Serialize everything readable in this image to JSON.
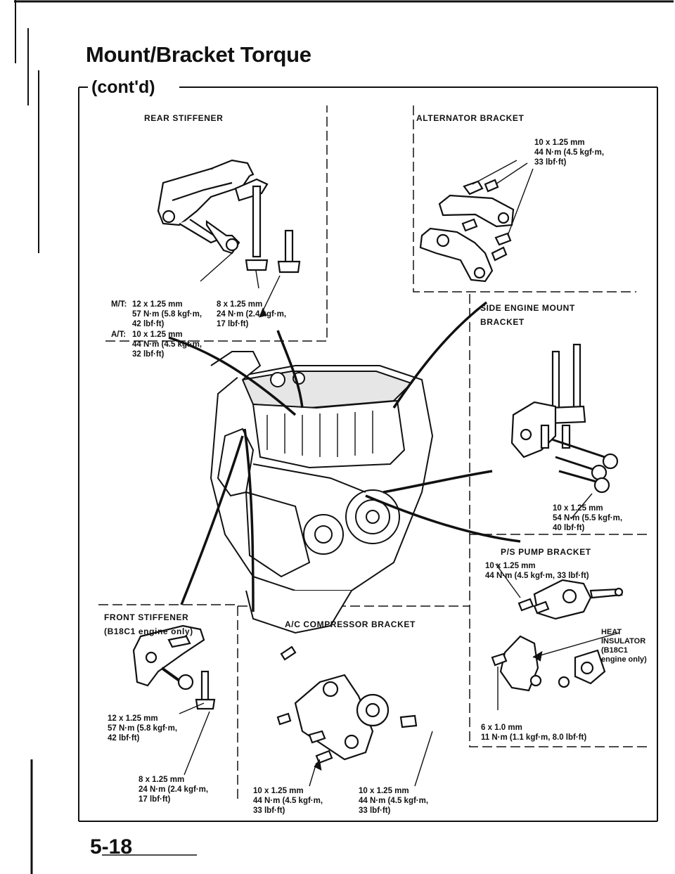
{
  "page": {
    "title": "Mount/Bracket Torque",
    "subtitle": "(cont'd)",
    "page_number": "5-18"
  },
  "rear_stiffener": {
    "heading": "REAR STIFFENER",
    "mt_label": "M/T:",
    "mt_spec": "12 x 1.25 mm\n57 N·m (5.8 kgf·m,\n42 lbf·ft)",
    "at_label": "A/T:",
    "at_spec": "10 x 1.25 mm\n44 N·m (4.5 kgf·m,\n32 lbf·ft)",
    "bolt_spec": "8 x 1.25 mm\n24 N·m (2.4 kgf·m,\n17 lbf·ft)"
  },
  "alternator_bracket": {
    "heading": "ALTERNATOR BRACKET",
    "spec": "10 x 1.25 mm\n44 N·m (4.5 kgf·m,\n33 lbf·ft)"
  },
  "side_engine_mount_bracket": {
    "heading_line1": "SIDE ENGINE MOUNT",
    "heading_line2": "BRACKET",
    "spec": "10 x 1.25 mm\n54 N·m (5.5 kgf·m,\n40 lbf·ft)"
  },
  "ps_pump_bracket": {
    "heading": "P/S PUMP BRACKET",
    "spec": "10 x 1.25 mm\n44 N·m (4.5 kgf·m, 33 lbf·ft)",
    "heat_insulator": "HEAT\nINSULATOR\n(B18C1\nengine only)",
    "small_bolt_spec": "6 x 1.0 mm\n11 N·m (1.1 kgf·m, 8.0 lbf·ft)"
  },
  "front_stiffener": {
    "heading_line1": "FRONT STIFFENER",
    "heading_line2": "(B18C1 engine only)",
    "spec_upper": "12 x 1.25 mm\n57 N·m (5.8 kgf·m,\n42 lbf·ft)",
    "spec_lower": "8 x 1.25 mm\n24 N·m (2.4 kgf·m,\n17 lbf·ft)"
  },
  "ac_compressor_bracket": {
    "heading": "A/C COMPRESSOR BRACKET",
    "spec_left": "10 x 1.25 mm\n44 N·m (4.5 kgf·m,\n33 lbf·ft)",
    "spec_right": "10 x 1.25 mm\n44 N·m (4.5 kgf·m,\n33 lbf·ft)"
  }
}
